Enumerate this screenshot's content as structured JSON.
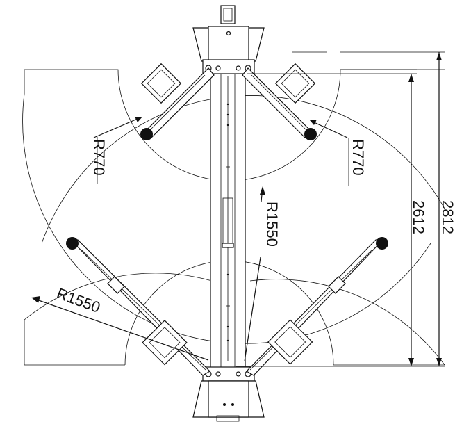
{
  "labels": {
    "r_upper_left": "R770",
    "r_upper_right": "R770",
    "r_center": "R1550",
    "r_lower_left": "R1550",
    "dim_inner": "2612",
    "dim_outer": "2812"
  }
}
